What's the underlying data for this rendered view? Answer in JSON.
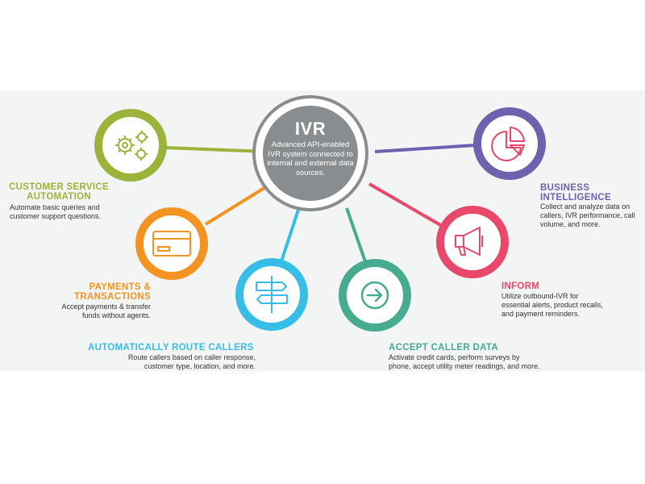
{
  "colors": {
    "hub": "#8a8d8f",
    "customer_service": "#9bb33a",
    "payments": "#f39321",
    "route": "#38bde6",
    "accept": "#46ab8f",
    "inform": "#e8486a",
    "bi": "#6c62ad"
  },
  "hub": {
    "title": "IVR",
    "description": "Advanced API-enabled IVR system connected to internal and external data sources."
  },
  "nodes": {
    "customer_service": {
      "title_line1": "CUSTOMER SERVICE",
      "title_line2": "AUTOMATION",
      "description_line1": "Automate basic queries and",
      "description_line2": "customer support questions.",
      "icon": "gears-icon"
    },
    "payments": {
      "title_line1": "PAYMENTS &",
      "title_line2": "TRANSACTIONS",
      "description_line1": "Accept payments & transfer",
      "description_line2": "funds without agents.",
      "icon": "credit-card-icon"
    },
    "route": {
      "title": "AUTOMATICALLY ROUTE CALLERS",
      "description_line1": "Route callers based on caller response,",
      "description_line2": "customer type, location, and more.",
      "icon": "signpost-icon"
    },
    "accept": {
      "title": "ACCEPT CALLER DATA",
      "description_line1": "Activate credit cards, perform surveys by",
      "description_line2": "phone, accept utility meter readings, and more.",
      "icon": "arrow-right-icon"
    },
    "inform": {
      "title": "INFORM",
      "description_line1": "Utilize outbound-IVR for",
      "description_line2": "essential alerts, product recalls,",
      "description_line3": "and payment reminders.",
      "icon": "megaphone-icon"
    },
    "bi": {
      "title_line1": "BUSINESS",
      "title_line2": "INTELLIGENCE",
      "description_line1": "Collect and analyze data on",
      "description_line2": "callers, IVR performance, call",
      "description_line3": "volume, and more.",
      "icon": "pie-chart-icon"
    }
  }
}
